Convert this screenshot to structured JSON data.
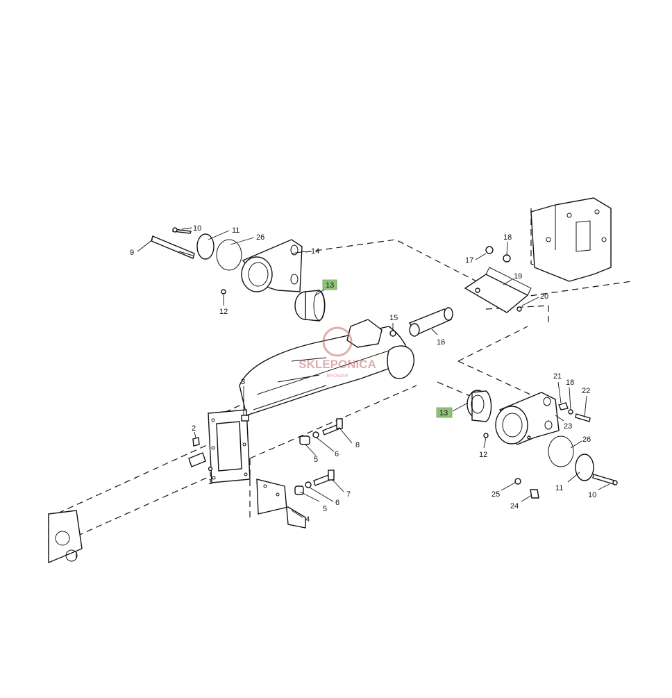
{
  "highlight_color": "#8fc27a",
  "watermark_color": "#c96a6a",
  "watermark": {
    "brand": "SKLEPONICA",
    "sub": "BROWAR"
  },
  "callouts": [
    "1",
    "2",
    "3",
    "4",
    "5",
    "5",
    "6",
    "6",
    "7",
    "8",
    "9",
    "10",
    "10",
    "11",
    "11",
    "12",
    "12",
    "13",
    "13",
    "14",
    "15",
    "16",
    "17",
    "18",
    "18",
    "19",
    "20",
    "21",
    "22",
    "23",
    "24",
    "25",
    "26",
    "26"
  ]
}
